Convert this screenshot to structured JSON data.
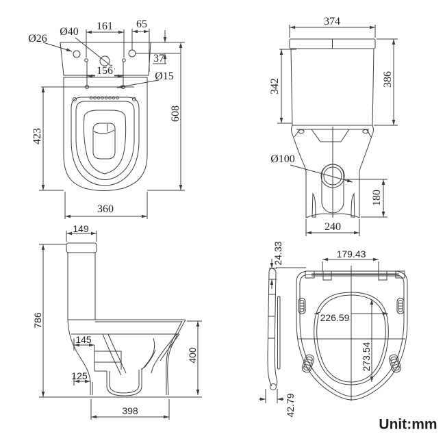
{
  "unit": "Unit:mm",
  "front_view": {
    "hole_left_dia": "Ø26",
    "valve_dia": "Ø40",
    "hole_spacing": "161",
    "edge_offset": "65",
    "top_offset": "37",
    "seat_hole_spacing": "156",
    "seat_hole_dia": "Ø15",
    "bowl_length": "423",
    "total_height": "608",
    "width": "360"
  },
  "rear_view": {
    "tank_width": "374",
    "tank_height": "342",
    "tank_total_height": "386",
    "outlet_dia": "Ø100",
    "outlet_height": "180",
    "base_width": "240"
  },
  "side_view": {
    "lid_width": "149",
    "total_height": "786",
    "inlet_depth": "145",
    "outlet_setback": "125",
    "bowl_height": "400",
    "base_depth": "398"
  },
  "seat_view": {
    "thickness": "24.33",
    "hinge_spacing": "179.43",
    "opening_width": "226.59",
    "opening_length": "273.54",
    "profile_bottom": "42.79"
  }
}
